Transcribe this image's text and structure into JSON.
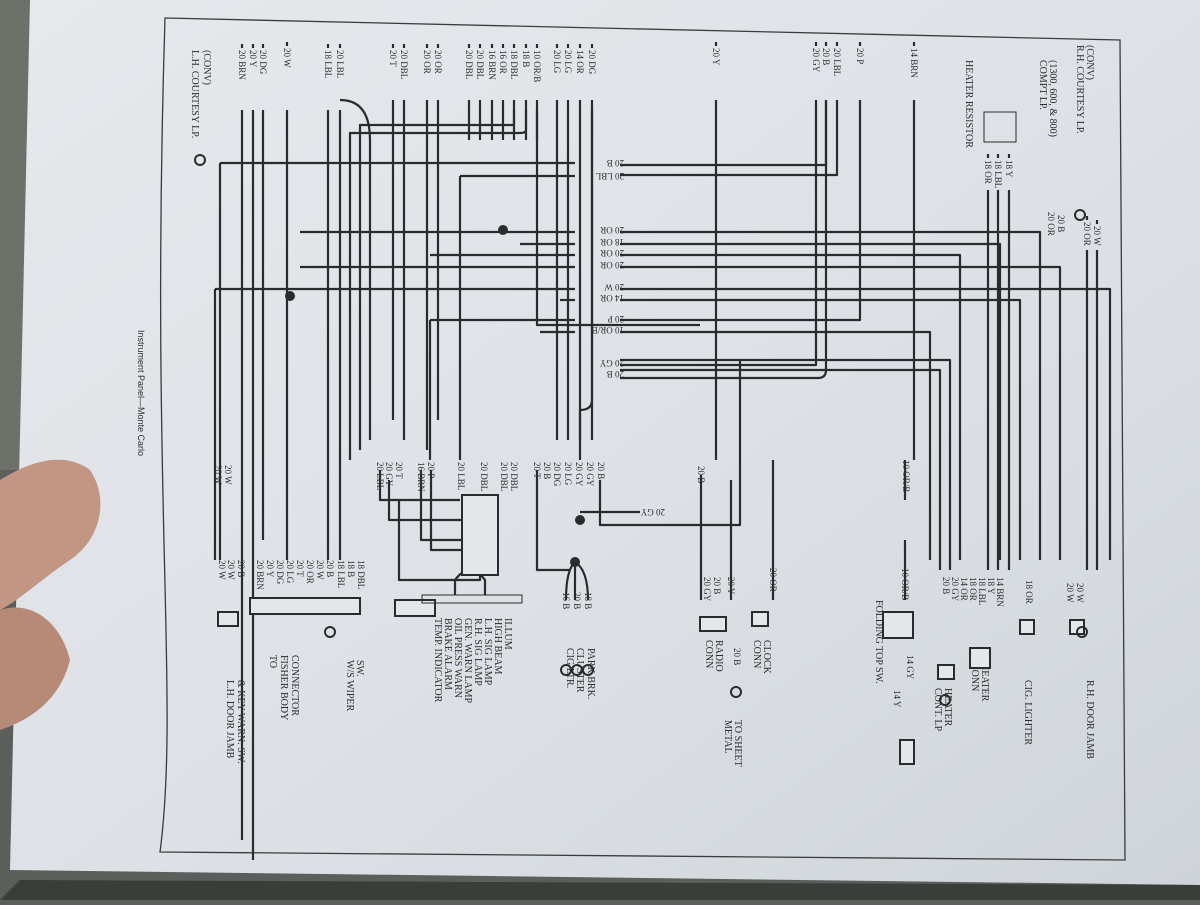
{
  "document": {
    "caption": "Instrument Panel—Monte Carlo",
    "colors": {
      "paper": "#dfe3e7",
      "ink": "#2a2b2e",
      "background": "#5b5e5a",
      "hand": "#c29682"
    }
  },
  "top_wire_labels": [
    "20 BRN",
    "20 Y",
    "20 DG",
    "20 W",
    "18 LBL",
    "20 LBL",
    "20 T",
    "20 DBL",
    "20 OR",
    "20 OR",
    "20 DBL",
    "20 DBL",
    "16 BRN",
    "16 OR",
    "18 DBL",
    "18 B",
    "10 OR/B",
    "20 LG",
    "20 LG",
    "14 OR",
    "20 DG",
    "20 Y",
    "20 GY",
    "20 B",
    "20 LBL",
    "20 P",
    "14 BRN",
    "18 OR",
    "18 LBL",
    "18 Y",
    "20 OR",
    "20 W"
  ],
  "compt_lamp_labels": [
    "20 B",
    "20 OR"
  ],
  "horizontal_wire_labels": [
    "20 B",
    "20 LBL",
    "20 OR",
    "18 OR",
    "20 OR",
    "20 OR",
    "20 W",
    "14 OR",
    "20 P",
    "10 OR/B",
    "20 GY",
    "20 B",
    "20 GY"
  ],
  "middle_wire_labels": [
    "20 LBL",
    "20 GY",
    "20 T",
    "16 BRN",
    "20 P",
    "20 LBL",
    "20 DBL",
    "20 DBL",
    "20 DBL",
    "20 T",
    "20 B",
    "20 DG",
    "20 LG",
    "20 GY",
    "20 GY",
    "20 B",
    "20 B",
    "10 OR/B"
  ],
  "lower_wire_labels": [
    "20 W",
    "20 W",
    "20 B",
    "20 BRN",
    "20 Y",
    "20 DG",
    "20 LG",
    "20 T",
    "20 OR",
    "20 W",
    "20 B",
    "18 LBL",
    "18 B",
    "18 DBL",
    "16 B",
    "20 B",
    "18 B",
    "20 GY",
    "20 B",
    "20 Y",
    "20 OR",
    "20 B",
    "10 OR/B",
    "14 Y",
    "14 GY",
    "20 B",
    "20 GY",
    "14 OR",
    "18 OR",
    "18 LBL",
    "18 Y",
    "14 BRN",
    "18 OR",
    "20 W",
    "20 W",
    "20 W",
    "20 W"
  ],
  "components": {
    "lh_courtesy": [
      "L.H. COURTESY LP.",
      "(CONV)"
    ],
    "rh_courtesy": [
      "R.H. COURTESY LP.",
      "(CONV)"
    ],
    "compt_lp": [
      "COMPT LP.",
      "(1300, 600, & 800)"
    ],
    "heater_resistor": [
      "HEATER RESISTOR"
    ],
    "lh_door_jamb": [
      "L.H. DOOR JAMB",
      "& KEY WARN. SW."
    ],
    "fisher_body": [
      "TO",
      "FISHER BODY",
      "CONNECTOR"
    ],
    "ws_wiper": [
      "W/S WIPER",
      "SW."
    ],
    "indicators": [
      "ILLUM",
      "HIGH BEAM",
      "L.H. SIG LAMP",
      "R.H. SIG LAMP",
      "GEN. WARN LAMP",
      "OIL PRESS WARN",
      "BRAKE ALARM",
      "TEMP. INDICATOR"
    ],
    "park_cluster_cig": [
      "PARK BRK.",
      "CLUSTER",
      "CIG LTR."
    ],
    "radio_conn": [
      "RADIO",
      "CONN"
    ],
    "clock_conn": [
      "CLOCK",
      "CONN"
    ],
    "sheet_metal": [
      "TO SHEET",
      "METAL"
    ],
    "folding_top": [
      "FOLDING TOP SW."
    ],
    "heater_cont": [
      "HEATER",
      "CONT. LP"
    ],
    "heater_conn": [
      "HEATER",
      "CONN"
    ],
    "cig_lighter": [
      "CIG. LIGHTER"
    ],
    "rh_door_jamb": [
      "R.H. DOOR JAMB"
    ]
  }
}
